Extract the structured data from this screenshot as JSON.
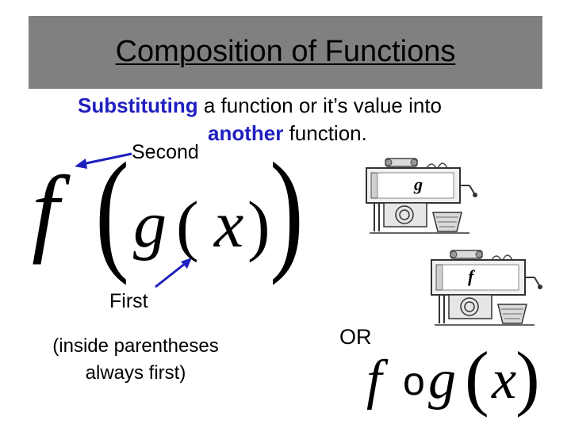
{
  "slide": {
    "title": "Composition of Functions",
    "subtitle": {
      "emph1": "Substituting",
      "rest1": " a function or it’s value into",
      "emph2": "another",
      "rest2": " function."
    },
    "label_second": "Second",
    "label_first": "First",
    "note_line1": "(inside parentheses",
    "note_line2": "always first)",
    "or_label": "OR",
    "expression_main": {
      "f": "f",
      "lparen_outer": "(",
      "g": "g",
      "lparen_inner": "(",
      "x": "x",
      "rparen_inner": ")",
      "rparen_outer": ")"
    },
    "expression_alt": {
      "f": "f",
      "o": "o",
      "g": "g",
      "lparen": "(",
      "x": "x",
      "rparen": ")"
    },
    "machine_g_label": "g",
    "machine_f_label": "f"
  },
  "colors": {
    "title_bar": "#808080",
    "emphasis": "#1f1fbf",
    "arrow": "#1f1fbf"
  }
}
